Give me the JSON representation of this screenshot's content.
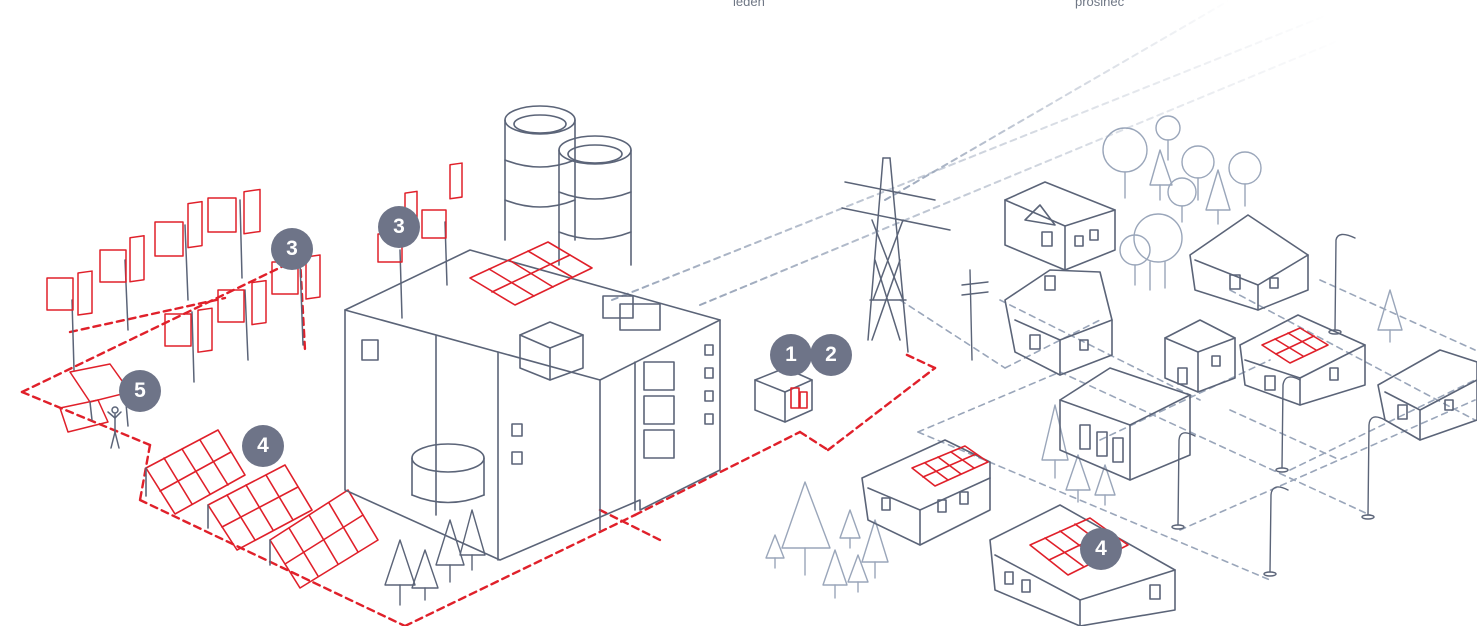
{
  "labels": {
    "month_start": "leden",
    "month_end": "prosinec"
  },
  "badges": [
    {
      "id": "1",
      "text": "1"
    },
    {
      "id": "2",
      "text": "2"
    },
    {
      "id": "3a",
      "text": "3"
    },
    {
      "id": "3b",
      "text": "3"
    },
    {
      "id": "4a",
      "text": "4"
    },
    {
      "id": "4b",
      "text": "4"
    },
    {
      "id": "5",
      "text": "5"
    }
  ],
  "colors": {
    "line": "#5b6478",
    "accent": "#e0202a",
    "badge": "#6e7488",
    "badge_text": "#ffffff",
    "grid_line": "#9aa6ba"
  },
  "icons": [
    "wind-turbine-icon",
    "solar-panel-icon",
    "house-icon",
    "power-pylon-icon",
    "storage-tank-icon",
    "tree-icon",
    "street-lamp-icon",
    "battery-box-icon",
    "person-icon"
  ]
}
